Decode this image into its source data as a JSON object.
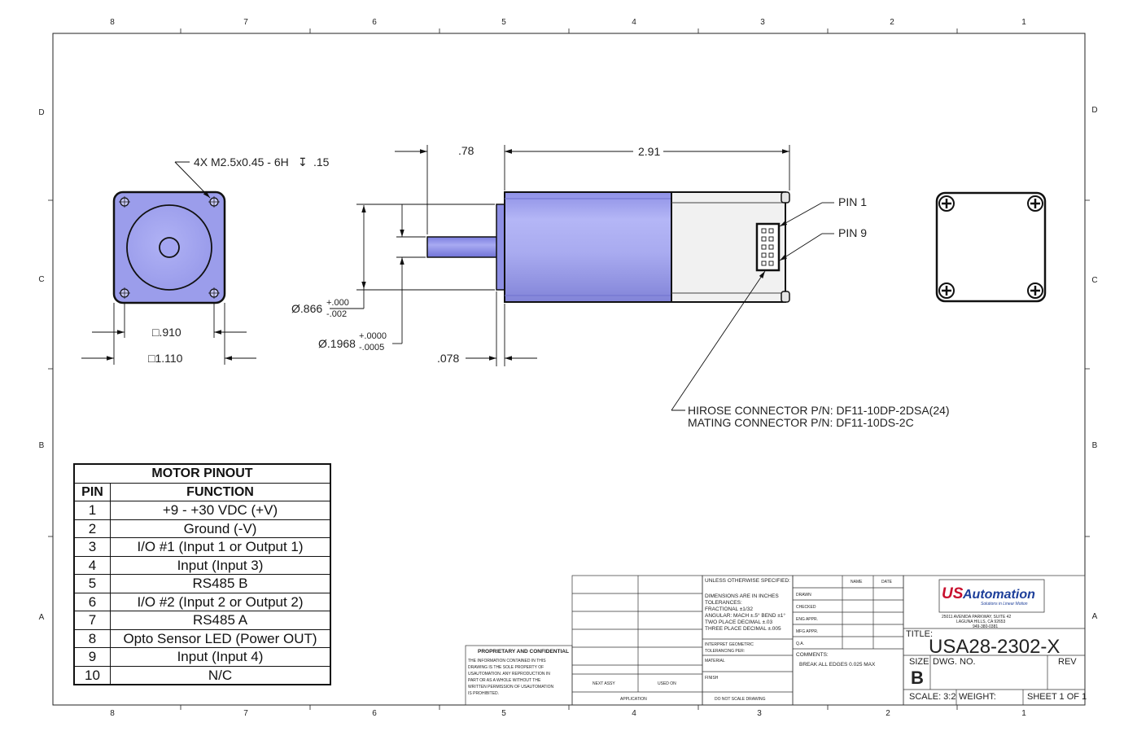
{
  "border": {
    "columns": [
      "8",
      "7",
      "6",
      "5",
      "4",
      "3",
      "2",
      "1"
    ],
    "rows": [
      "D",
      "C",
      "B",
      "A"
    ]
  },
  "front_view": {
    "thread_note": "4X M2.5x0.45 - 6H",
    "thread_depth_symbol": "↧",
    "thread_depth": ".15",
    "inner_square": "□.910",
    "outer_square": "□1.110"
  },
  "side_view": {
    "shaft_length": ".78",
    "body_length": "2.91",
    "pilot_thickness": ".078",
    "pilot_diameter": {
      "value": "Ø.866",
      "plus": "+.000",
      "minus": "-.002"
    },
    "shaft_diameter": {
      "value": "Ø.1968",
      "plus": "+.0000",
      "minus": "-.0005"
    },
    "pin1": "PIN 1",
    "pin9": "PIN 9",
    "connector_note": "HIROSE CONNECTOR P/N: DF11-10DP-2DSA(24)",
    "mating_note": "MATING CONNECTOR P/N: DF11-10DS-2C"
  },
  "pinout": {
    "title": "MOTOR PINOUT",
    "headers": [
      "PIN",
      "FUNCTION"
    ],
    "rows": [
      {
        "pin": "1",
        "function": "+9 - +30 VDC (+V)"
      },
      {
        "pin": "2",
        "function": "Ground (-V)"
      },
      {
        "pin": "3",
        "function": "I/O #1 (Input 1 or Output 1)"
      },
      {
        "pin": "4",
        "function": "Input (Input 3)"
      },
      {
        "pin": "5",
        "function": "RS485 B"
      },
      {
        "pin": "6",
        "function": "I/O #2 (Input 2 or Output 2)"
      },
      {
        "pin": "7",
        "function": "RS485 A"
      },
      {
        "pin": "8",
        "function": "Opto Sensor LED (Power OUT)"
      },
      {
        "pin": "9",
        "function": "Input (Input 4)"
      },
      {
        "pin": "10",
        "function": "N/C"
      }
    ]
  },
  "title_block": {
    "proprietary_title": "PROPRIETARY AND CONFIDENTIAL",
    "proprietary_text": [
      "THE INFORMATION CONTAINED IN THIS",
      "DRAWING IS THE SOLE PROPERTY OF",
      "USAUTOMATION. ANY REPRODUCTION IN",
      "PART OR AS A WHOLE WITHOUT THE",
      "WRITTEN PERMISSION OF USAUTOMATION",
      "IS PROHIBITED."
    ],
    "next_assy": "NEXT ASSY",
    "used_on": "USED ON",
    "application": "APPLICATION",
    "do_not_scale": "DO NOT SCALE DRAWING",
    "tolerances": [
      "UNLESS OTHERWISE SPECIFIED:",
      "DIMENSIONS ARE IN INCHES",
      "TOLERANCES:",
      "FRACTIONAL ±1/32",
      "ANGULAR: MACH ±.5° BEND ±1°",
      "TWO PLACE DECIMAL ±.03",
      "THREE PLACE DECIMAL ±.005"
    ],
    "interpret": [
      "INTERPRET GEOMETRIC",
      "TOLERANCING PER:"
    ],
    "material": "MATERIAL",
    "finish": "FINISH",
    "name_header": "NAME",
    "date_header": "DATE",
    "approvals": [
      "DRAWN",
      "CHECKED",
      "ENG APPR.",
      "MFG APPR.",
      "Q.A."
    ],
    "comments_label": "COMMENTS:",
    "comments": "BREAK ALL EDGES 0.025 MAX",
    "logo_prefix": "US",
    "logo_brand": "Automation",
    "logo_tagline": "Solutions in Linear Motion",
    "address": [
      "25011 AVENIDA PARKWAY, SUITE 42",
      "LAGUNA HILLS, CA 92653",
      "949-380-0381"
    ],
    "title_label": "TITLE:",
    "title": "USA28-2302-X",
    "size_label": "SIZE",
    "size": "B",
    "dwg_label": "DWG.  NO.",
    "rev_label": "REV",
    "scale": "SCALE: 3:2",
    "weight": "WEIGHT:",
    "sheet": "SHEET 1 OF 1"
  },
  "colors": {
    "motor_body": "#a9abf0",
    "motor_shaft": "#9092e6",
    "connector_housing": "#f1f1f1",
    "line": "#111111"
  }
}
